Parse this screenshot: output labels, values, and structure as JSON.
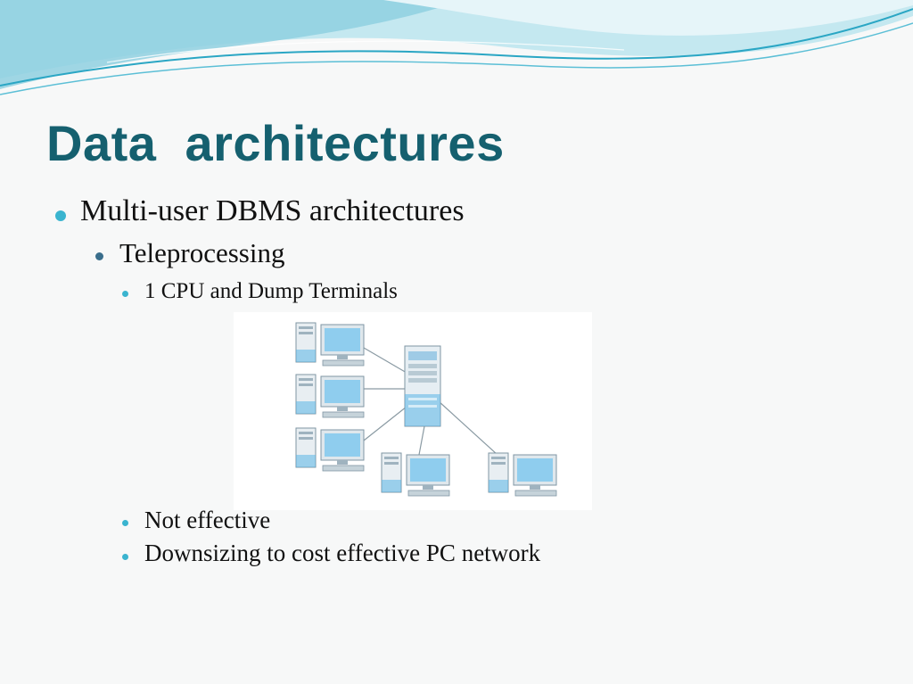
{
  "slide": {
    "title": "Data  architectures",
    "bullets": [
      {
        "text": "Multi-user DBMS architectures"
      },
      {
        "text": "Teleprocessing"
      },
      {
        "text": "1 CPU and Dump Terminals"
      },
      {
        "text": "Not effective"
      },
      {
        "text": "Downsizing to cost effective PC network"
      }
    ]
  },
  "diagram": {
    "center_icon": "server-tower-icon",
    "node_icon": "workstation-icon",
    "node_count": 5
  },
  "colors": {
    "title": "#15606f",
    "bullet_level1": "#3ab4cf",
    "bullet_level2": "#3a6e8c",
    "wave_light": "#bfe6ef",
    "wave_dark": "#2aa6c4"
  }
}
